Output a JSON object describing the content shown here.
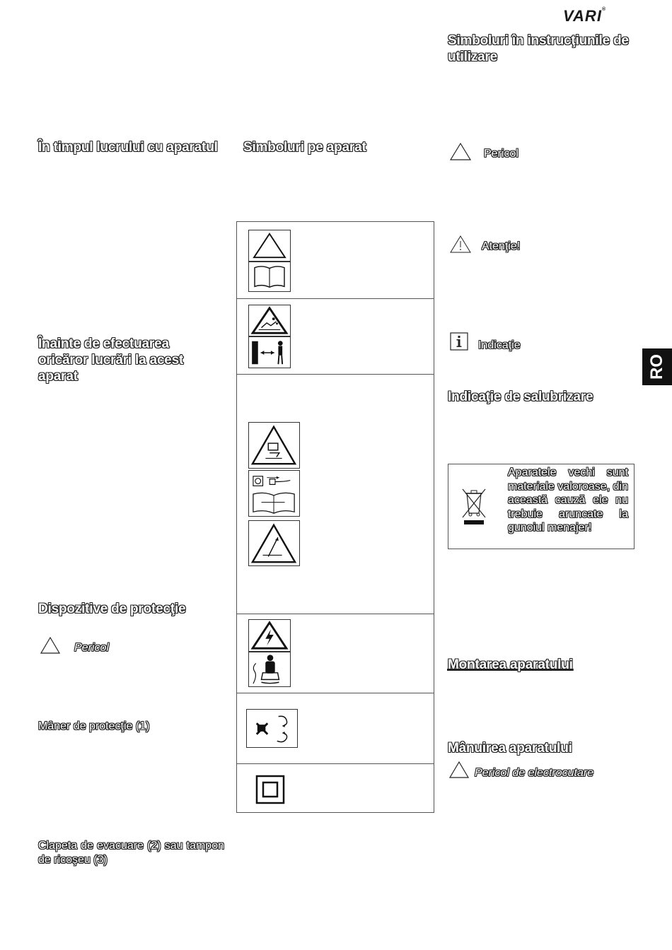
{
  "brand": {
    "logo": "VARI",
    "logo_mark": "®"
  },
  "language_tab": "RO",
  "left_column": {
    "during_work_heading": "În timpul lucrului cu aparatul",
    "before_work_heading": "Înainte de efectuarea oricăror lucrări la acest aparat",
    "protection_heading": "Dispozitive de protecţie",
    "danger_label": "Pericol",
    "handle_label": "Mâner de protecţie (1)",
    "flap_label": "Clapeta de evacuare (2) sau tampon de ricoşeu (3)"
  },
  "middle_column": {
    "symbols_on_device_heading": "Simboluri pe aparat"
  },
  "right_column": {
    "manual_symbols_heading": "Simboluri în instrucţiunile de utilizare",
    "danger_label": "Pericol",
    "attention_label": "Atenţie!",
    "info_label": "Indicaţie",
    "disposal_heading": "Indicaţie de salubrizare",
    "disposal_text": "Aparatele vechi sunt materiale valoroase, din această cauză ele nu trebuie aruncate la gunoiul menajer!",
    "assembly_heading": "Montarea aparatului",
    "operation_heading": "Mânuirea aparatului",
    "electrocution_label": "Pericol de electrocutare"
  },
  "icons": {
    "warning_triangle": "warning-triangle-icon",
    "manual_book": "manual-book-icon",
    "info": "info-icon",
    "weee_bin": "crossed-bin-icon",
    "double_insulation": "double-insulation-icon"
  }
}
